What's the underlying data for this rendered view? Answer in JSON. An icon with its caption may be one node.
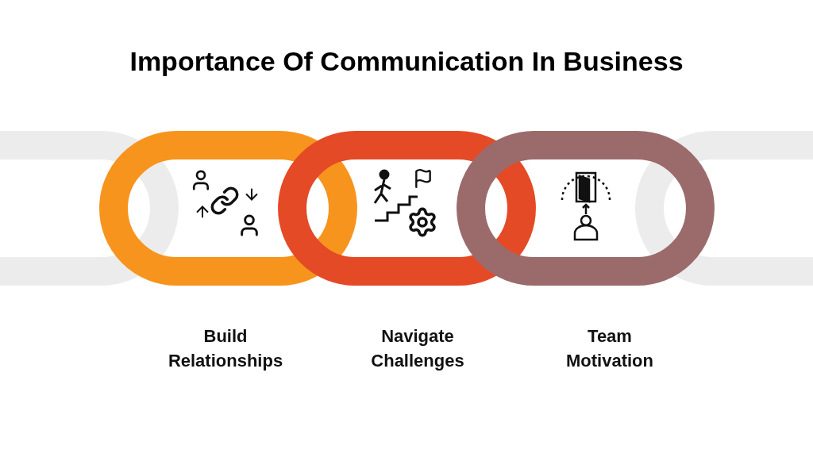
{
  "diagram": {
    "title": "Importance Of Communication In Business",
    "labels": [
      "Build Relationships",
      "Navigate Challenges",
      "Team Motivation"
    ]
  }
}
